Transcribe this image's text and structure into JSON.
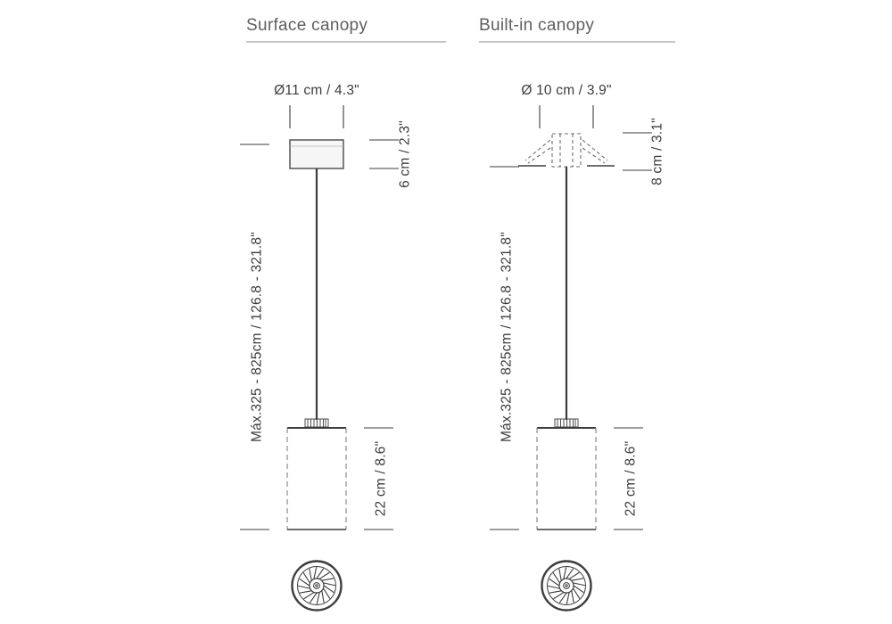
{
  "style": {
    "background": "#ffffff",
    "line_color": "#3d3d3d",
    "dash_color": "#8c8c8c",
    "title_color": "#5f5f5f"
  },
  "surface": {
    "title": "Surface canopy",
    "diameter": "Ø11 cm / 4.3\"",
    "canopy_height": "6 cm / 2.3\"",
    "max_drop": "Máx.325 - 825cm / 126.8 - 321.8\"",
    "shade_height": "22 cm / 8.6\""
  },
  "built_in": {
    "title": "Built-in canopy",
    "diameter": "Ø 10 cm / 3.9\"",
    "canopy_height": "8 cm / 3.1\"",
    "max_drop": "Máx.325 - 825cm / 126.8 - 321.8\"",
    "shade_height": "22 cm / 8.6\""
  }
}
